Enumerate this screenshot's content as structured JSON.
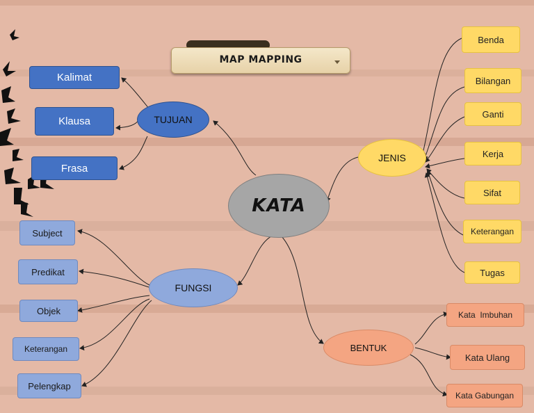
{
  "banner": {
    "title": "MAP MAPPING"
  },
  "center": {
    "label": "KATA"
  },
  "tujuan": {
    "label": "TUJUAN",
    "items": [
      "Kalimat",
      "Klausa",
      "Frasa"
    ]
  },
  "fungsi": {
    "label": "FUNGSI",
    "items": [
      "Subject",
      "Predikat",
      "Objek",
      "Keterangan",
      "Pelengkap"
    ]
  },
  "jenis": {
    "label": "JENIS",
    "items": [
      "Benda",
      "Bilangan",
      "Ganti",
      "Kerja",
      "Sifat",
      "Keterangan",
      "Tugas"
    ]
  },
  "bentuk": {
    "label": "BENTUK",
    "items": [
      "Kata  Imbuhan",
      "Kata Ulang",
      "Kata Gabungan"
    ]
  },
  "colors": {
    "background": "#e4b9a6",
    "tujuan": "#4472c4",
    "fungsi": "#8fa9dc",
    "jenis": "#ffd966",
    "bentuk": "#f4a582",
    "center": "#a6a6a6"
  }
}
